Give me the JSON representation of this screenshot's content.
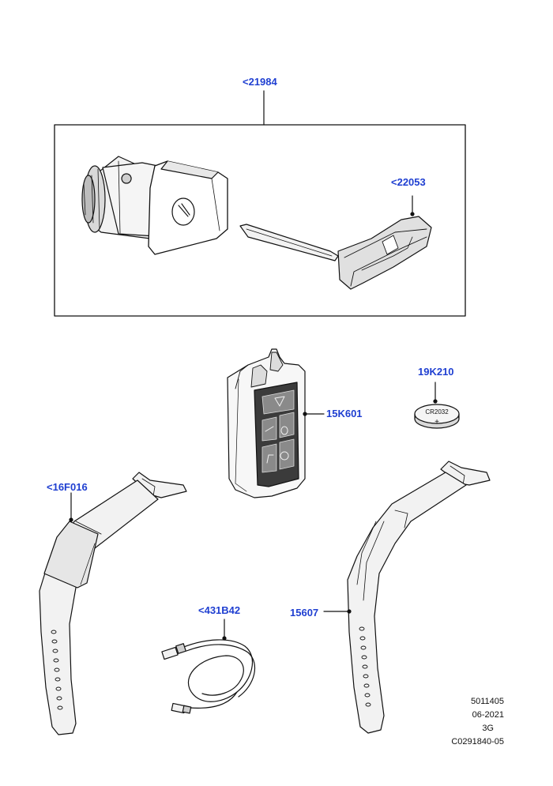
{
  "callouts": {
    "kit": "<21984",
    "emergency_key": "<22053",
    "smart_key": "15K601",
    "battery": "19K210",
    "wearable_key": "<16F016",
    "usb_cable": "<431B42",
    "strap": "15607"
  },
  "battery_label": "CR2032",
  "battery_polarity": "+",
  "footer": {
    "line1": "5011405",
    "line2": "06-2021",
    "line3": "3G",
    "line4": "C0291840-05"
  },
  "colors": {
    "callout": "#1f3fd1",
    "part_fill": "#f2f2f2",
    "dark_fill": "#7a7a7a",
    "outline": "#111111"
  }
}
